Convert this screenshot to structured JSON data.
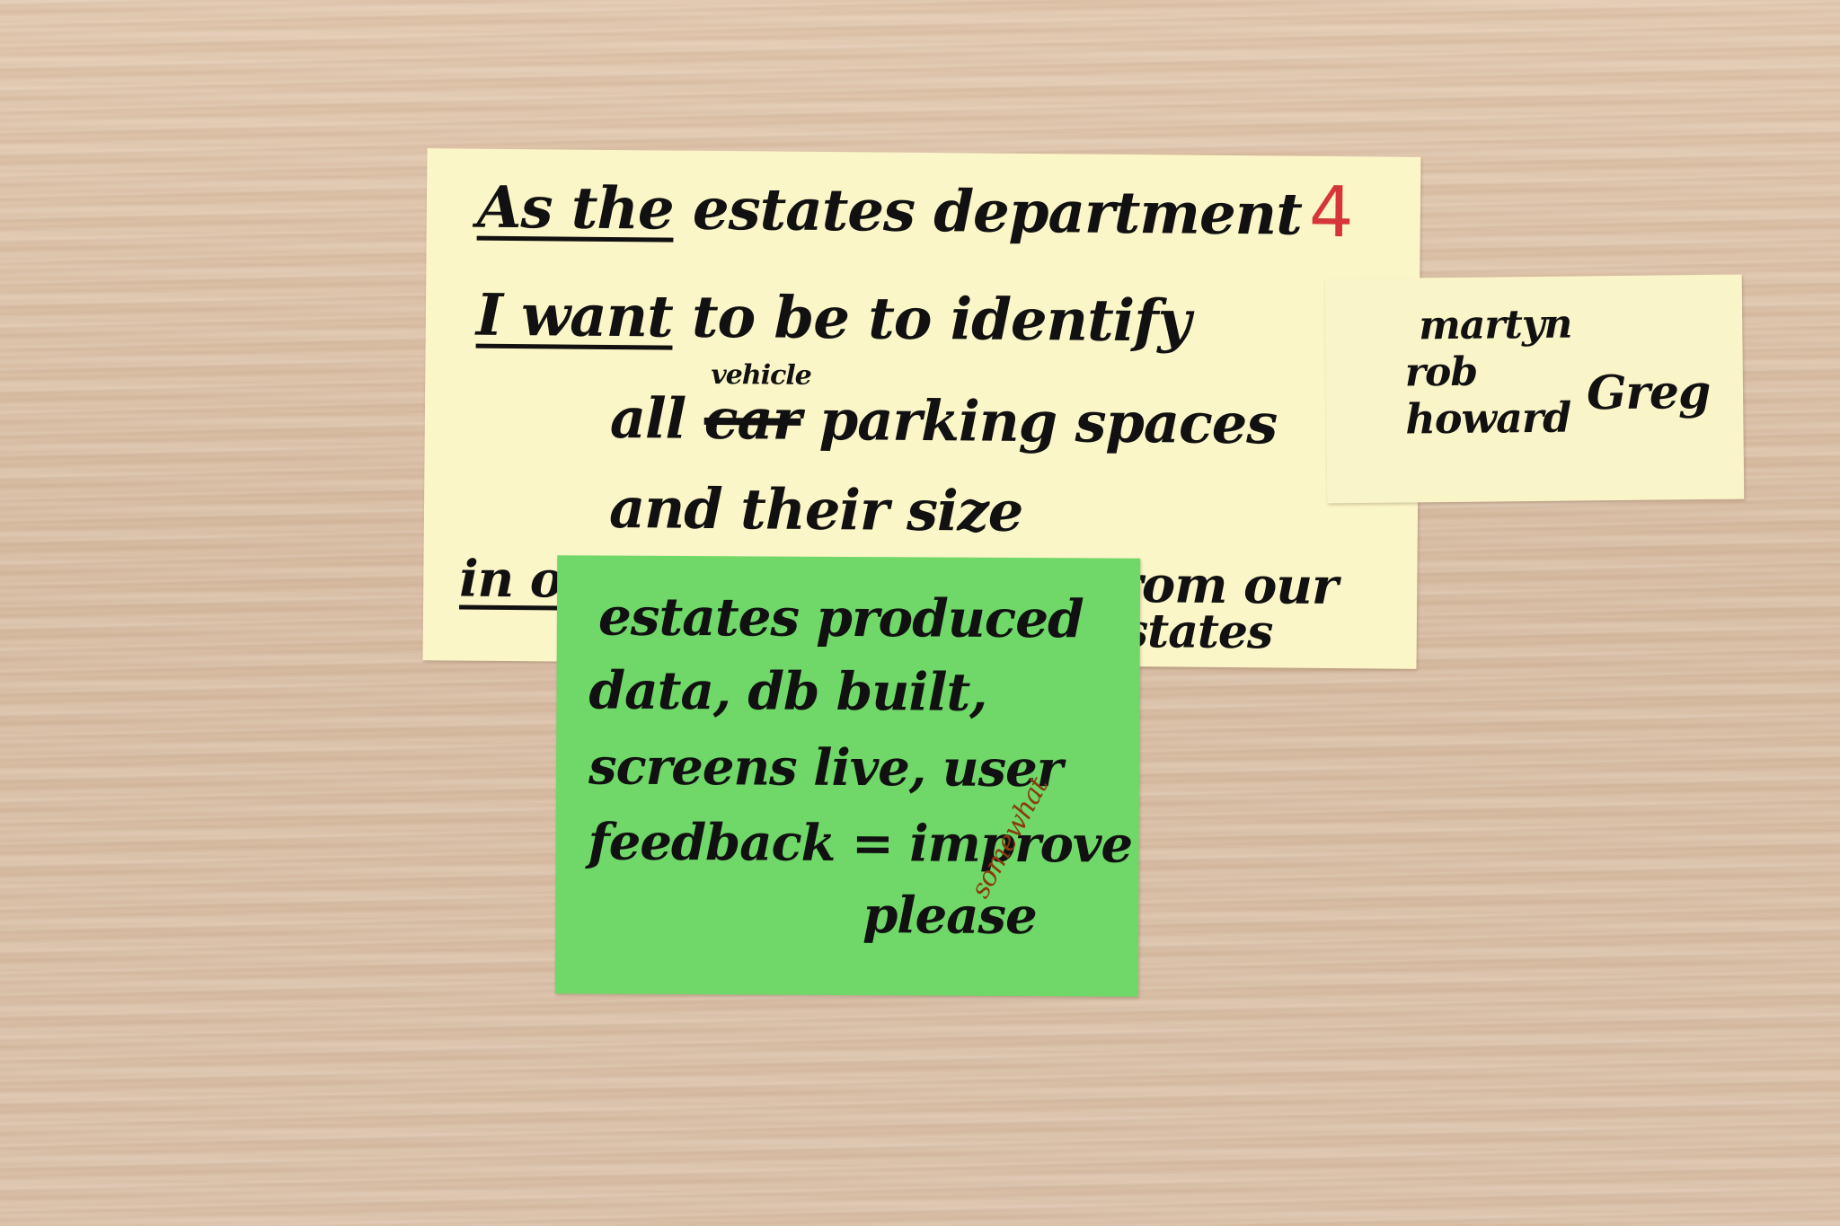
{
  "story_card": {
    "line1_role_prefix": "As the",
    "line1_role": "estates department",
    "card_number": "4",
    "line2_want_prefix": "I want",
    "line2_want": "to be to identify",
    "line3_prefix": "all",
    "line3_inserted": "vehicle",
    "line3_struck": "car",
    "line3_rest": "parking spaces",
    "line4": "and their size",
    "line5_prefix": "in order to",
    "line5_rest": "from our",
    "line6": "estates"
  },
  "names_note": {
    "name1": "martyn",
    "name2": "rob",
    "name3": "howard",
    "name4": "Greg"
  },
  "criteria_note": {
    "line1": "estates produced",
    "line2": "data, db built,",
    "line3": "screens live, user",
    "line4": "feedback = improve",
    "line5": "please",
    "annotation": "somewhat"
  },
  "colors": {
    "desk": "#dcc1a8",
    "story_card": "#fbf6c8",
    "names_note": "#faf4c9",
    "criteria_note": "#6fd868",
    "card_number_red": "#d6363a",
    "annotation_brown": "#8a3a10"
  }
}
